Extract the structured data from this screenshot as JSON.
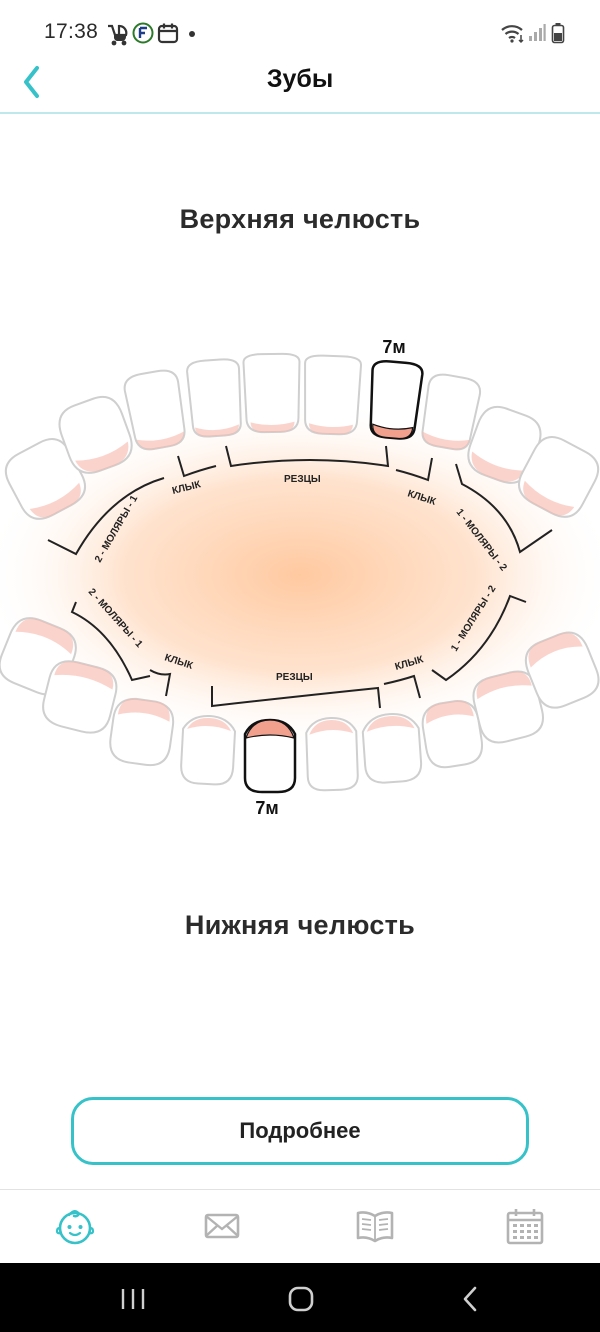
{
  "status_bar": {
    "time": "17:38"
  },
  "header": {
    "title": "Зубы"
  },
  "upper_jaw": {
    "title": "Верхняя челюсть",
    "tooth_label": "7м",
    "groups": {
      "molars_left": "2 - МОЛЯРЫ - 1",
      "canine_left": "КЛЫК",
      "incisors": "РЕЗЦЫ",
      "canine_right": "КЛЫК",
      "molars_right": "1 - МОЛЯРЫ - 2"
    }
  },
  "lower_jaw": {
    "title": "Нижняя челюсть",
    "tooth_label": "7м",
    "groups": {
      "molars_left": "2 - МОЛЯРЫ - 1",
      "canine_left": "КЛЫК",
      "incisors": "РЕЗЦЫ",
      "canine_right": "КЛЫК",
      "molars_right": "1 - МОЛЯРЫ - 2"
    }
  },
  "details_button": {
    "label": "Подробнее"
  },
  "bottom_nav": [
    {
      "icon": "baby-face-icon",
      "active": true
    },
    {
      "icon": "envelope-icon",
      "active": false
    },
    {
      "icon": "book-icon",
      "active": false
    },
    {
      "icon": "calendar-icon",
      "active": false
    }
  ],
  "colors": {
    "accent": "#36c2c8",
    "gum": "#f3a896",
    "glow": "#ffc9a0",
    "inactive": "#b3b3b3"
  }
}
